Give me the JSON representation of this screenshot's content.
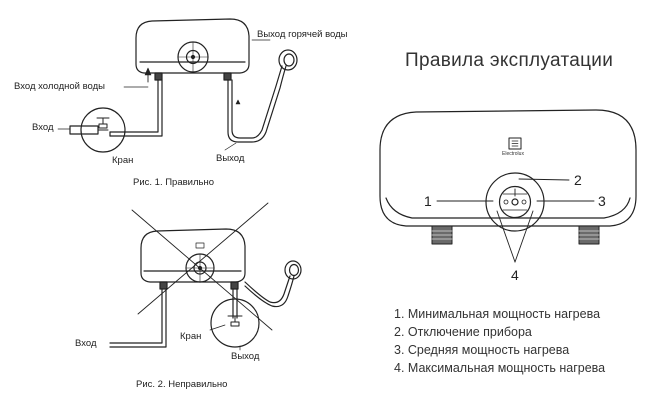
{
  "fig1": {
    "hot_outlet": "Выход горячей воды",
    "cold_inlet": "Вход холодной воды",
    "inlet": "Вход",
    "valve": "Кран",
    "outlet": "Выход",
    "caption": "Рис. 1. Правильно"
  },
  "fig2": {
    "inlet": "Вход",
    "valve": "Кран",
    "outlet": "Выход",
    "caption": "Рис. 2. Неправильно"
  },
  "panel": {
    "title": "Правила эксплуатации",
    "brand": "Electrolux",
    "markers": [
      "1",
      "2",
      "3",
      "4"
    ],
    "legend": [
      "1. Минимальная мощность нагрева",
      "2. Отключение прибора",
      "3. Средняя мощность нагрева",
      "4. Максимальная мощность нагрева"
    ]
  }
}
